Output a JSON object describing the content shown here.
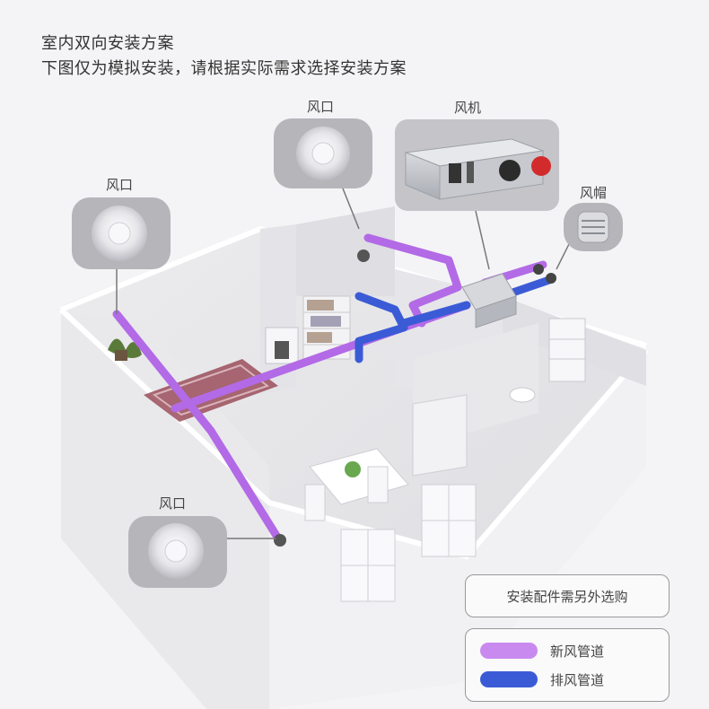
{
  "header": {
    "line1": "室内双向安装方案",
    "line2": "下图仅为模拟安装，请根据实际需求选择安装方案"
  },
  "labels": {
    "vent_top": "风口",
    "vent_left": "风口",
    "vent_bottom": "风口",
    "fan": "风机",
    "hood": "风帽"
  },
  "note": "安装配件需另外选购",
  "legend": [
    {
      "label": "新风管道",
      "color": "#c98af0"
    },
    {
      "label": "排风管道",
      "color": "#3b5bd6"
    }
  ],
  "colors": {
    "fresh_air": "#b36ae6",
    "exhaust": "#3b5bd6"
  }
}
